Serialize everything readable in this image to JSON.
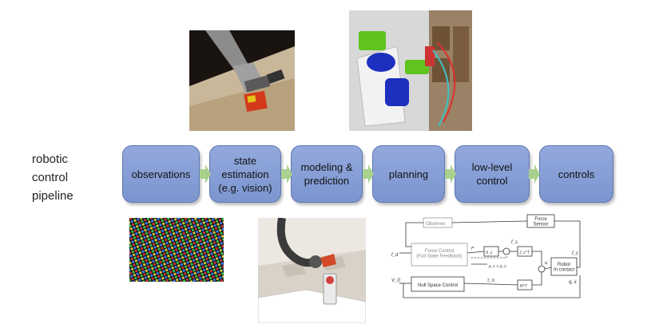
{
  "side_label": "robotic\ncontrol\npipeline",
  "pipeline": [
    {
      "label": "observations"
    },
    {
      "label": "state\nestimation\n(e.g. vision)"
    },
    {
      "label": "modeling &\nprediction"
    },
    {
      "label": "planning"
    },
    {
      "label": "low-level\ncontrol"
    },
    {
      "label": "controls"
    }
  ],
  "control_diagram": {
    "observer": "Observer",
    "force_sensor": "Force\nSensor",
    "force_control": "Force Control\n(Full State Feedback)",
    "null_space": "Null Space Control",
    "robot": "Robot\nIn contact",
    "f_d": "f_d",
    "v_0": "V_0",
    "f_s": "f_s",
    "f_c": "f_c",
    "tau_n": "τ_n",
    "u": "u",
    "q_x": "q, ẋ",
    "lambda": "Λ_c",
    "mu_rho": "μ_c + ρ_c",
    "j_c_t": "J_c^T",
    "n_t": "N^T",
    "f_star": "f*"
  },
  "colors": {
    "box_fill": "#8aa1d8",
    "box_border": "#5f77b1",
    "arrow": "#a9d18e"
  }
}
